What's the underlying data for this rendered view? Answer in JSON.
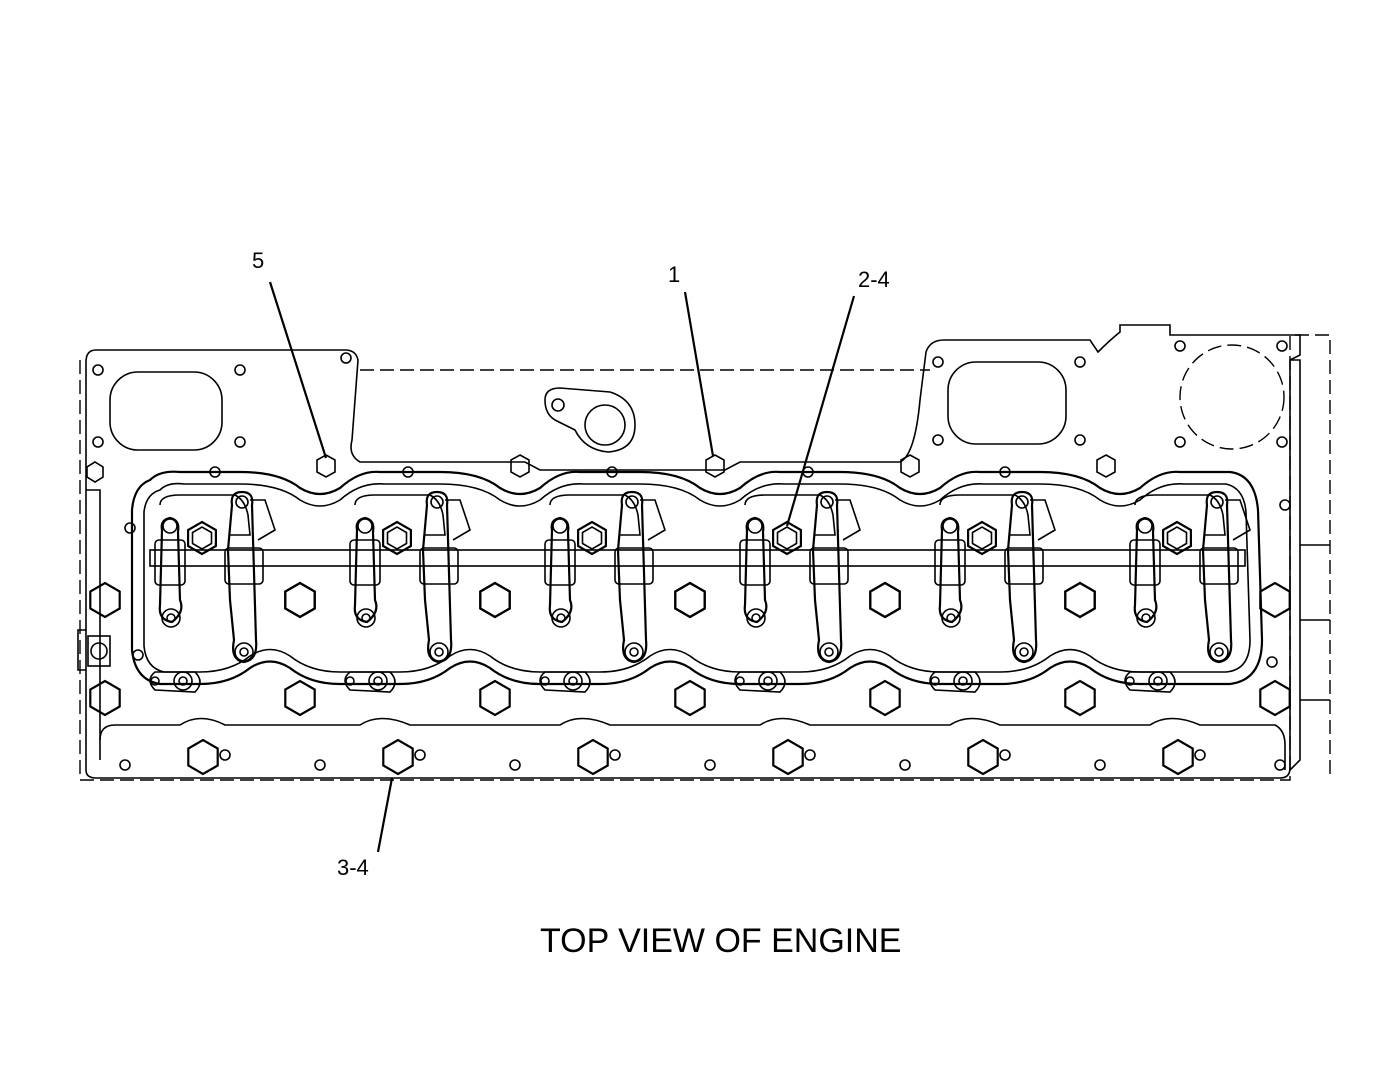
{
  "diagram": {
    "caption": "TOP VIEW OF ENGINE",
    "callouts": [
      {
        "id": "c5",
        "label": "5"
      },
      {
        "id": "c1",
        "label": "1"
      },
      {
        "id": "c2",
        "label": "2-4"
      },
      {
        "id": "c3",
        "label": "3-4"
      }
    ],
    "cylinders": 6,
    "line_color": "#000000",
    "background": "#ffffff"
  }
}
